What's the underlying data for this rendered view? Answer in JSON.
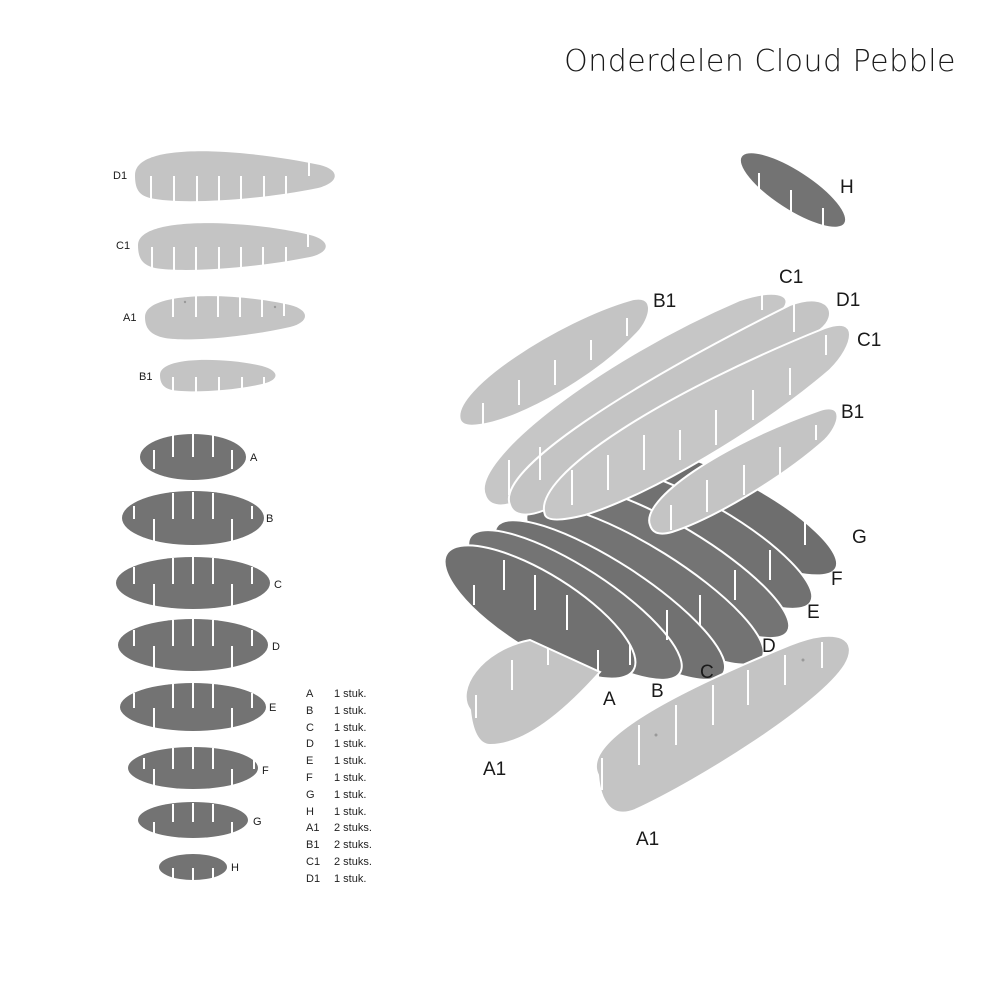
{
  "title": "Onderdelen Cloud Pebble",
  "colors": {
    "light_part": "#c4c4c4",
    "dark_part": "#737373",
    "slot": "#ffffff",
    "text": "#1a1a1a"
  },
  "flat_parts": {
    "light": [
      {
        "label": "D1"
      },
      {
        "label": "C1"
      },
      {
        "label": "A1"
      },
      {
        "label": "B1"
      }
    ],
    "dark": [
      {
        "label": "A"
      },
      {
        "label": "B"
      },
      {
        "label": "C"
      },
      {
        "label": "D"
      },
      {
        "label": "E"
      },
      {
        "label": "F"
      },
      {
        "label": "G"
      },
      {
        "label": "H"
      }
    ]
  },
  "parts_list": [
    {
      "code": "A",
      "qty": "1 stuk."
    },
    {
      "code": "B",
      "qty": "1 stuk."
    },
    {
      "code": "C",
      "qty": "1 stuk."
    },
    {
      "code": "D",
      "qty": "1 stuk."
    },
    {
      "code": "E",
      "qty": "1 stuk."
    },
    {
      "code": "F",
      "qty": "1 stuk."
    },
    {
      "code": "G",
      "qty": "1 stuk."
    },
    {
      "code": "H",
      "qty": "1 stuk."
    },
    {
      "code": "A1",
      "qty": "2 stuks."
    },
    {
      "code": "B1",
      "qty": "2 stuks."
    },
    {
      "code": "C1",
      "qty": "2 stuks."
    },
    {
      "code": "D1",
      "qty": "1 stuk."
    }
  ],
  "exploded_view_labels": {
    "H": "H",
    "B1_top": "B1",
    "C1_top": "C1",
    "D1": "D1",
    "C1_mid": "C1",
    "B1_mid": "B1",
    "G": "G",
    "F": "F",
    "E": "E",
    "D": "D",
    "C": "C",
    "B": "B",
    "A": "A",
    "A1_left": "A1",
    "A1_right": "A1"
  }
}
